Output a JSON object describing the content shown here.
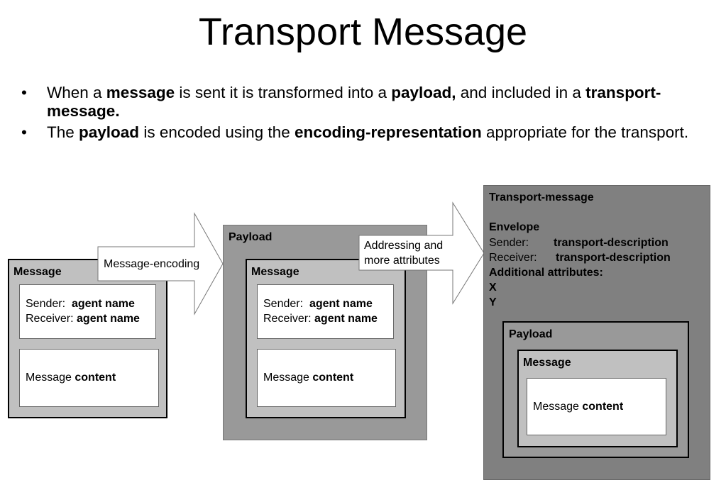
{
  "title": "Transport Message",
  "bullets": [
    {
      "bullet": "•",
      "parts": [
        {
          "t": "When a ",
          "b": false
        },
        {
          "t": "message",
          "b": true
        },
        {
          "t": " is sent it is transformed into a ",
          "b": false
        },
        {
          "t": "payload,",
          "b": true
        },
        {
          "t": " and included in a ",
          "b": false
        },
        {
          "t": "transport-message.",
          "b": true
        }
      ]
    },
    {
      "bullet": "•",
      "parts": [
        {
          "t": "The ",
          "b": false
        },
        {
          "t": "payload",
          "b": true
        },
        {
          "t": " is encoded using the ",
          "b": false
        },
        {
          "t": "encoding-representation",
          "b": true
        },
        {
          "t": " appropriate for the transport.",
          "b": false
        }
      ]
    }
  ],
  "message1": {
    "label": "Message",
    "sender_label": "Sender:",
    "sender_value": "agent name",
    "receiver_label": "Receiver:",
    "receiver_value": "agent name",
    "content_prefix": "Message",
    "content_bold": "content"
  },
  "arrow1": {
    "label": "Message-encoding"
  },
  "payload": {
    "label": "Payload",
    "message": {
      "label": "Message",
      "sender_label": "Sender:",
      "sender_value": "agent name",
      "receiver_label": "Receiver:",
      "receiver_value": "agent name",
      "content_prefix": "Message",
      "content_bold": "content"
    }
  },
  "arrow2": {
    "label_line1": "Addressing and",
    "label_line2": "more attributes"
  },
  "transport": {
    "label": "Transport-message",
    "envelope": "Envelope",
    "sender_label": "Sender:",
    "sender_value": "transport-description",
    "receiver_label": "Receiver:",
    "receiver_value": "transport-description",
    "additional": "Additional attributes:",
    "x": "X",
    "y": "Y",
    "payload_label": "Payload",
    "message_label": "Message",
    "content_prefix": "Message",
    "content_bold": "content"
  },
  "colors": {
    "light_gray": "#c0c0c0",
    "mid_gray": "#999999",
    "dark_gray": "#808080"
  }
}
